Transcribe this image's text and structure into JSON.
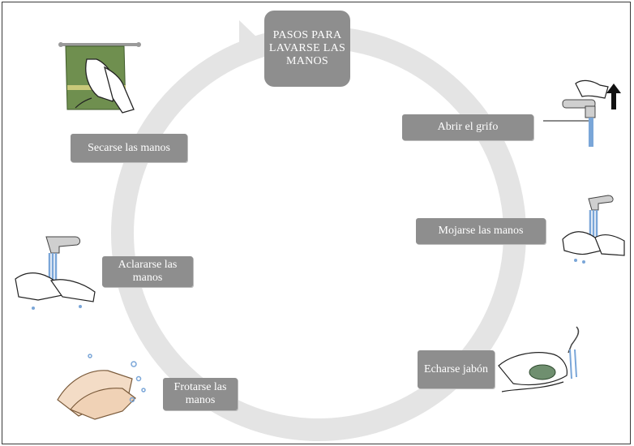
{
  "title": "PASOS PARA LAVARSE LAS MANOS",
  "steps": {
    "abrir": "Abrir el grifo",
    "mojarse": "Mojarse las manos",
    "echarse": "Echarse jabón",
    "frotarse": "Frotarse las manos",
    "aclararse": "Aclararse las manos",
    "secarse": "Secarse las manos"
  },
  "colors": {
    "ring": "#e4e4e4",
    "box": "#8e8e8e",
    "towel": "#6f8f4f",
    "water": "#7aa6d8"
  }
}
